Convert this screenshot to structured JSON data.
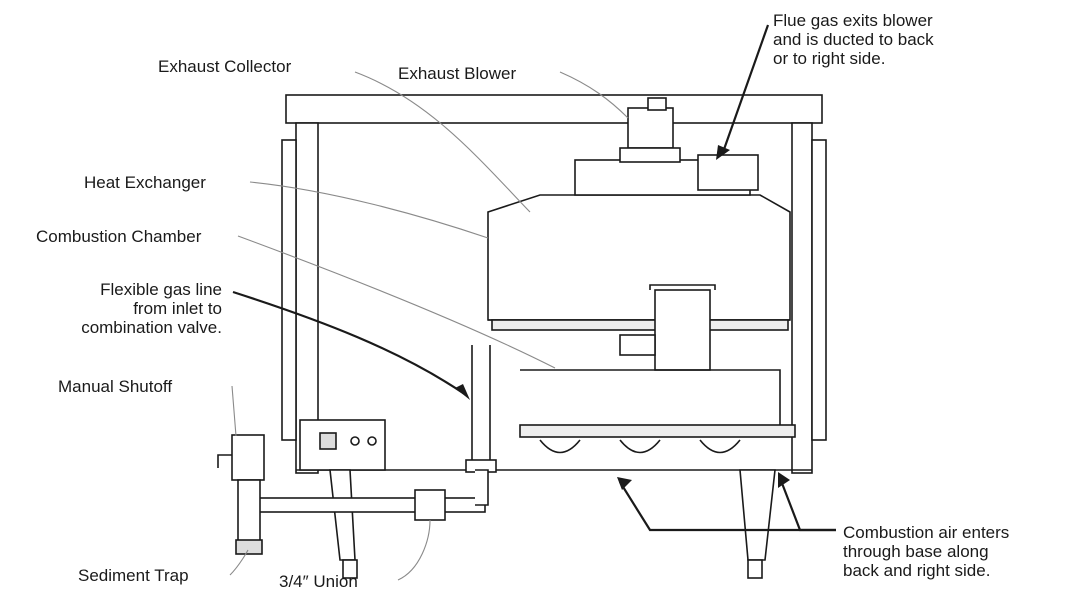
{
  "labels": {
    "exhaust_collector": "Exhaust Collector",
    "exhaust_blower": "Exhaust Blower",
    "flue_gas": [
      "Flue gas exits blower",
      "and is ducted to back",
      "or to right side."
    ],
    "heat_exchanger": "Heat Exchanger",
    "combustion_chamber": "Combustion Chamber",
    "flexible_gas_line": [
      "Flexible gas line",
      "from inlet to",
      "combination valve."
    ],
    "manual_shutoff": "Manual Shutoff",
    "sediment_trap": "Sediment Trap",
    "union": "3/4″ Union",
    "combustion_air": [
      "Combustion air enters",
      "through base along",
      "back and right side."
    ]
  },
  "colors": {
    "line": "#1a1a1a",
    "leader": "#8a8a8a",
    "fill": "#ffffff"
  }
}
